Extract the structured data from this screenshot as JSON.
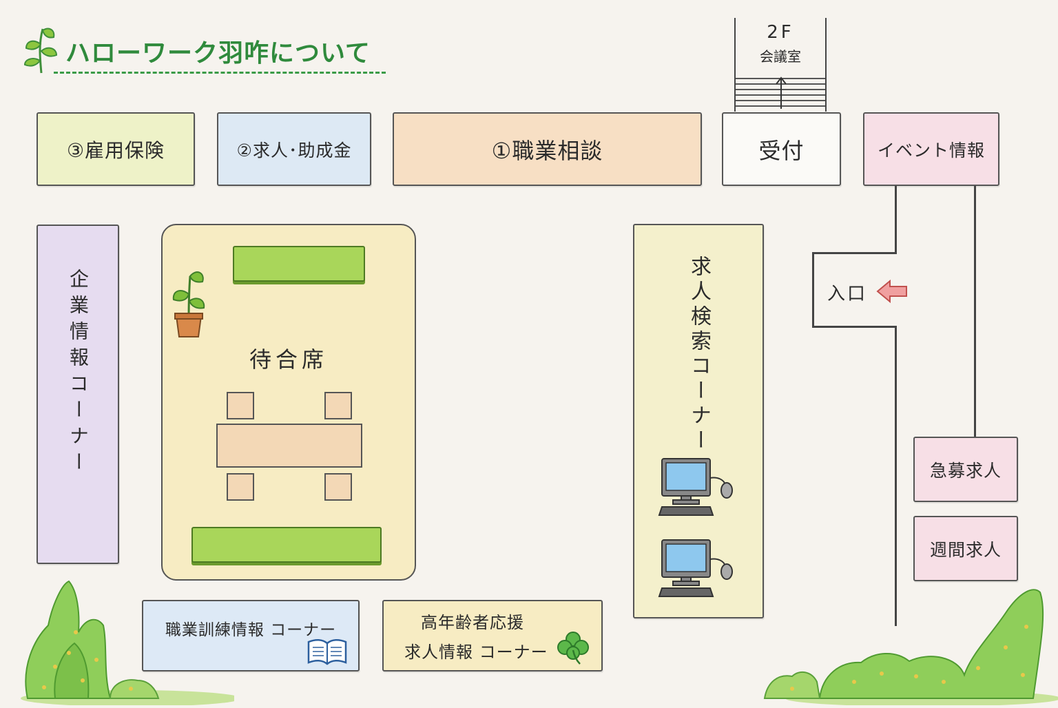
{
  "title": "ハローワーク羽咋について",
  "stairs": {
    "floor": "2F",
    "room": "会議室"
  },
  "counters": {
    "koyo_hoken": "③雇用保険",
    "kyujin_josei": "②求人･助成金",
    "shokugyo_sodan": "①職業相談",
    "uketsuke": "受付",
    "event_info": "イベント情報"
  },
  "corners": {
    "kigyo_info": "企業情報コーナー",
    "waiting_area": "待合席",
    "job_search": "求人検索コーナー",
    "vocational_training": "職業訓練情報 コーナー",
    "senior_line1": "高年齢者応援",
    "senior_line2": "求人情報 コーナー"
  },
  "entrance": {
    "label": "入口"
  },
  "job_boards": {
    "urgent": "急募求人",
    "weekly": "週間求人"
  },
  "colors": {
    "title_green": "#2f8a3c",
    "koyo_hoken_bg": "#eef2c8",
    "kyujin_bg": "#dde9f4",
    "sodan_bg": "#f7dfc4",
    "event_bg": "#f7dfe6",
    "kigyo_bg": "#e6dcf0",
    "waiting_bg": "#f7ecc3",
    "search_bg": "#f4f0cc",
    "training_bg": "#dde9f6",
    "senior_bg": "#f7ecc3",
    "bench_green": "#a9d65a",
    "furniture": "#f3d8b6",
    "arrow_pink": "#f0a0a0"
  },
  "icons": [
    "leaf-icon",
    "plant-icon",
    "computer-icon",
    "book-icon",
    "clover-icon",
    "arrow-left-icon",
    "arrow-up-icon",
    "bush-icon"
  ]
}
